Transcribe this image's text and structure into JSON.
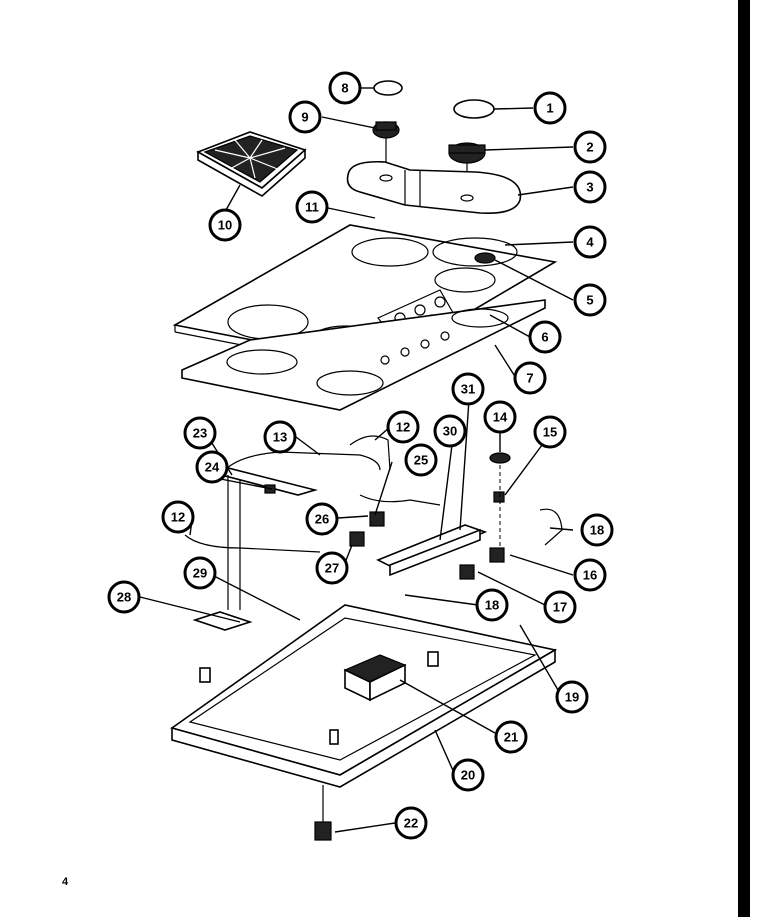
{
  "page": {
    "page_number": "4"
  },
  "callouts": [
    {
      "label": "1"
    },
    {
      "label": "2"
    },
    {
      "label": "3"
    },
    {
      "label": "4"
    },
    {
      "label": "5"
    },
    {
      "label": "6"
    },
    {
      "label": "7"
    },
    {
      "label": "8"
    },
    {
      "label": "9"
    },
    {
      "label": "10"
    },
    {
      "label": "11"
    },
    {
      "label": "12"
    },
    {
      "label": "12"
    },
    {
      "label": "13"
    },
    {
      "label": "14"
    },
    {
      "label": "15"
    },
    {
      "label": "16"
    },
    {
      "label": "17"
    },
    {
      "label": "18"
    },
    {
      "label": "18"
    },
    {
      "label": "19"
    },
    {
      "label": "20"
    },
    {
      "label": "21"
    },
    {
      "label": "22"
    },
    {
      "label": "23"
    },
    {
      "label": "24"
    },
    {
      "label": "25"
    },
    {
      "label": "26"
    },
    {
      "label": "27"
    },
    {
      "label": "28"
    },
    {
      "label": "29"
    },
    {
      "label": "30"
    },
    {
      "label": "31"
    }
  ]
}
